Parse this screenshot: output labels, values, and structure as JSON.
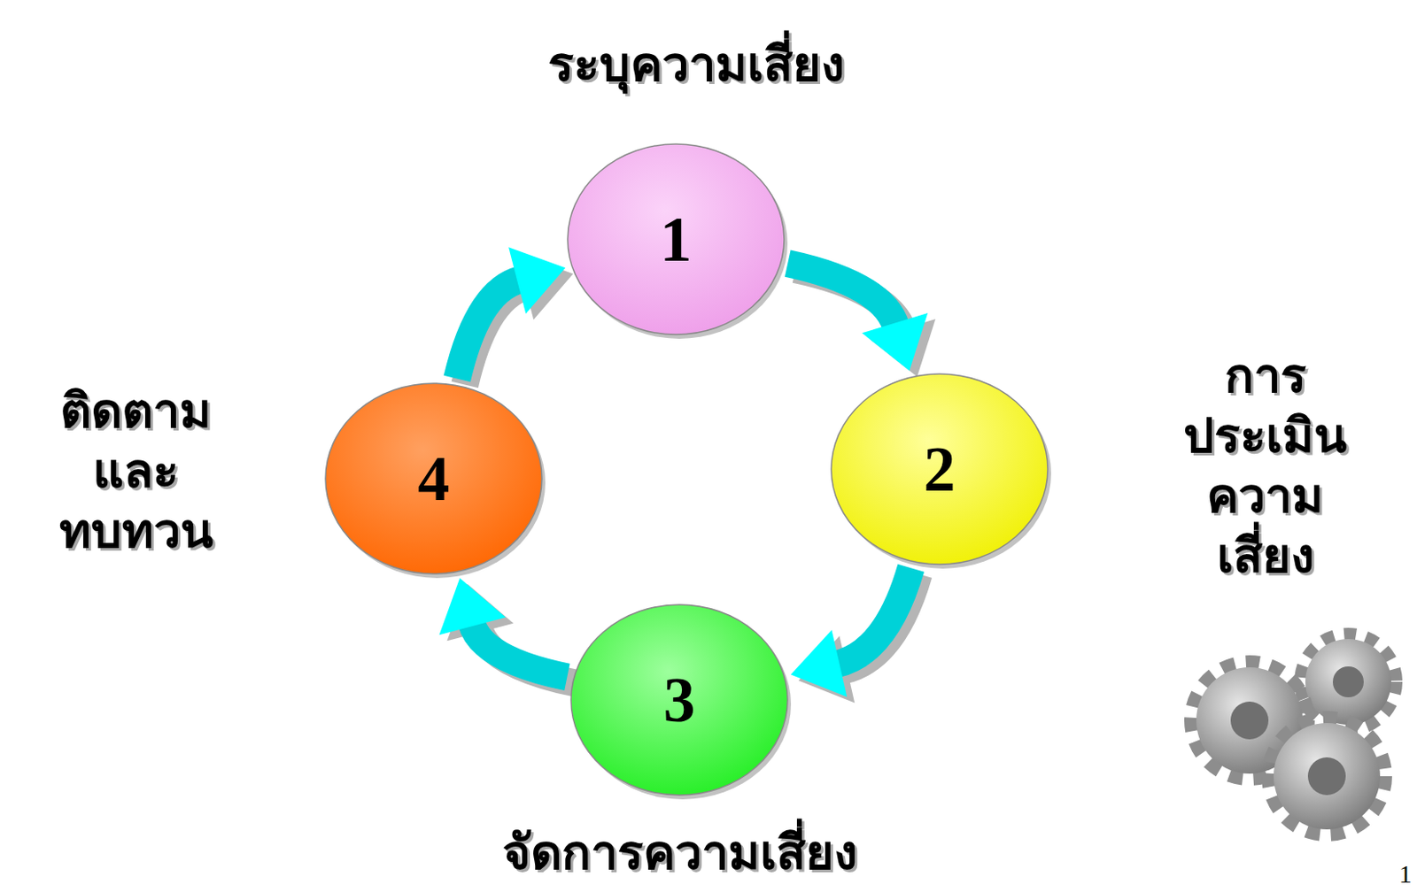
{
  "diagram": {
    "nodes": [
      {
        "text": [
          "1",
          "ระบุความเสี่ยง"
        ]
      },
      {
        "text": [
          "2",
          "การประเมิน ความเสี่ยง"
        ]
      },
      {
        "text": [
          "3",
          "จัดการความเสี่ยง"
        ]
      },
      {
        "text": [
          "4",
          "ติดตามและ ทบทวน"
        ]
      }
    ],
    "edges": [
      {
        "from": 0,
        "to": 1,
        "arrow": "to"
      },
      {
        "from": 1,
        "to": 2,
        "arrow": "to"
      },
      {
        "from": 2,
        "to": 3,
        "arrow": "to"
      },
      {
        "from": 3,
        "to": 0,
        "arrow": "to"
      }
    ],
    "labels": [
      "1"
    ]
  }
}
